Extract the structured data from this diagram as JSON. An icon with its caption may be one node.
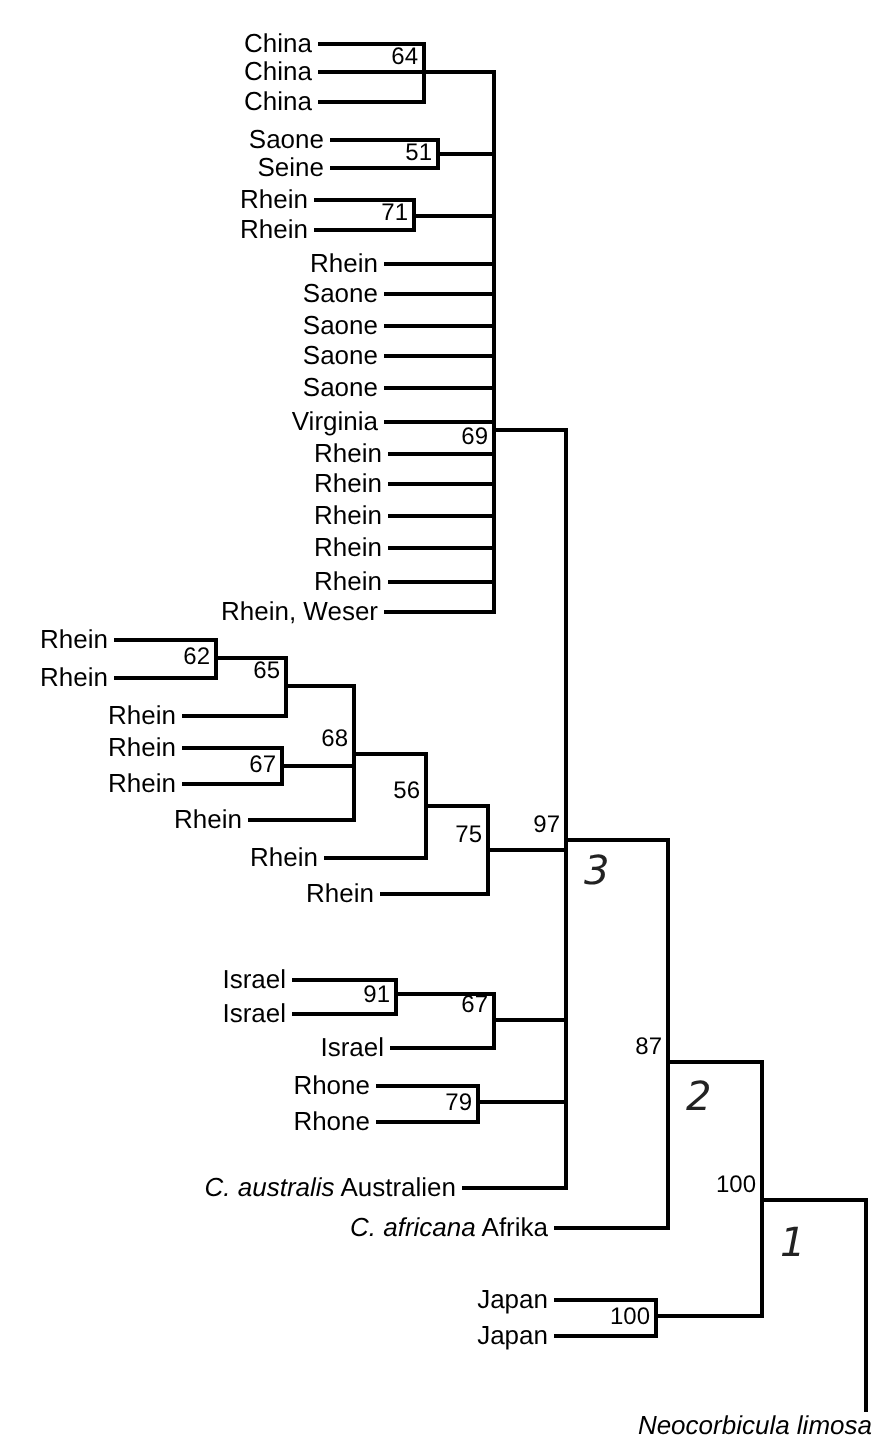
{
  "diagram": {
    "nodes": [
      {
        "text": [
          "China"
        ]
      },
      {
        "text": [
          "China"
        ]
      },
      {
        "text": [
          "China"
        ]
      },
      {
        "text": [],
        "shape": "bar",
        "beside": [
          "64"
        ]
      },
      {
        "text": [
          "Saone"
        ]
      },
      {
        "text": [
          "Seine"
        ]
      },
      {
        "text": [],
        "shape": "bar",
        "beside": [
          "51"
        ]
      },
      {
        "text": [
          "Rhein"
        ]
      },
      {
        "text": [
          "Rhein"
        ]
      },
      {
        "text": [],
        "shape": "bar",
        "beside": [
          "71"
        ]
      },
      {
        "text": [
          "Rhein"
        ]
      },
      {
        "text": [
          "Saone"
        ]
      },
      {
        "text": [
          "Saone"
        ]
      },
      {
        "text": [
          "Saone"
        ]
      },
      {
        "text": [
          "Saone"
        ]
      },
      {
        "text": [
          "Virginia"
        ]
      },
      {
        "text": [],
        "shape": "bar",
        "beside": [
          "69"
        ]
      },
      {
        "text": [
          "Rhein"
        ]
      },
      {
        "text": [
          "Rhein"
        ]
      },
      {
        "text": [
          "Rhein"
        ]
      },
      {
        "text": [
          "Rhein"
        ]
      },
      {
        "text": [
          "Rhein"
        ]
      },
      {
        "text": [
          "Rhein, Weser"
        ]
      },
      {
        "text": [
          "Rhein"
        ]
      },
      {
        "text": [],
        "shape": "bar",
        "beside": [
          "62"
        ]
      },
      {
        "text": [
          "Rhein"
        ]
      },
      {
        "text": [],
        "shape": "bar",
        "beside": [
          "65"
        ]
      },
      {
        "text": [
          "Rhein"
        ]
      },
      {
        "text": [
          "Rhein"
        ]
      },
      {
        "text": [],
        "shape": "bar",
        "beside": [
          "68"
        ]
      },
      {
        "text": [],
        "shape": "bar",
        "beside": [
          "67"
        ]
      },
      {
        "text": [
          "Rhein"
        ]
      },
      {
        "text": [
          "Rhein"
        ]
      },
      {
        "text": [],
        "shape": "bar",
        "beside": [
          "56"
        ]
      },
      {
        "text": [
          "Rhein"
        ]
      },
      {
        "text": [],
        "shape": "bar",
        "beside": [
          "75"
        ]
      },
      {
        "text": [],
        "shape": "bar",
        "beside": [
          "97",
          "3"
        ]
      },
      {
        "text": [
          "Rhein"
        ]
      },
      {
        "text": [
          "Israel"
        ]
      },
      {
        "text": [],
        "shape": "bar",
        "beside": [
          "91"
        ]
      },
      {
        "text": [
          "Israel"
        ]
      },
      {
        "text": [],
        "shape": "bar",
        "beside": [
          "67"
        ]
      },
      {
        "text": [
          "Israel"
        ]
      },
      {
        "text": [
          "Rhone"
        ]
      },
      {
        "text": [],
        "shape": "bar",
        "beside": [
          "79"
        ]
      },
      {
        "text": [
          "Rhone"
        ]
      },
      {
        "text": [],
        "shape": "bar",
        "beside": [
          "87",
          "2"
        ]
      },
      {
        "text": [
          "*C. australis* Australien"
        ]
      },
      {
        "text": [],
        "shape": "bar",
        "beside": [
          "100",
          "1"
        ]
      },
      {
        "text": [
          "*C. africana* Afrika"
        ]
      },
      {
        "text": [
          "Japan"
        ]
      },
      {
        "text": [],
        "shape": "bar",
        "beside": [
          "100"
        ]
      },
      {
        "text": [
          "Japan"
        ]
      },
      {
        "text": [],
        "shape": "bar"
      },
      {
        "text": [
          "Neocorbicula limosa"
        ]
      }
    ],
    "edges": [
      {
        "from": 3,
        "to": 0,
        "arrow": "none"
      },
      {
        "from": 3,
        "to": 1,
        "arrow": "none"
      },
      {
        "from": 3,
        "to": 2,
        "arrow": "none"
      },
      {
        "from": 6,
        "to": 4,
        "arrow": "none"
      },
      {
        "from": 6,
        "to": 5,
        "arrow": "none"
      },
      {
        "from": 9,
        "to": 7,
        "arrow": "none"
      },
      {
        "from": 9,
        "to": 8,
        "arrow": "none"
      },
      {
        "from": 16,
        "to": 3,
        "arrow": "none"
      },
      {
        "from": 16,
        "to": 6,
        "arrow": "none"
      },
      {
        "from": 16,
        "to": 9,
        "arrow": "none"
      },
      {
        "from": 16,
        "to": 10,
        "arrow": "none"
      },
      {
        "from": 16,
        "to": 11,
        "arrow": "none"
      },
      {
        "from": 16,
        "to": 12,
        "arrow": "none"
      },
      {
        "from": 16,
        "to": 13,
        "arrow": "none"
      },
      {
        "from": 16,
        "to": 14,
        "arrow": "none"
      },
      {
        "from": 16,
        "to": 15,
        "arrow": "none"
      },
      {
        "from": 16,
        "to": 17,
        "arrow": "none"
      },
      {
        "from": 16,
        "to": 18,
        "arrow": "none"
      },
      {
        "from": 16,
        "to": 19,
        "arrow": "none"
      },
      {
        "from": 16,
        "to": 20,
        "arrow": "none"
      },
      {
        "from": 16,
        "to": 21,
        "arrow": "none"
      },
      {
        "from": 16,
        "to": 22,
        "arrow": "none"
      },
      {
        "from": 24,
        "to": 23,
        "arrow": "none"
      },
      {
        "from": 24,
        "to": 25,
        "arrow": "none"
      },
      {
        "from": 26,
        "to": 24,
        "arrow": "none"
      },
      {
        "from": 26,
        "to": 27,
        "arrow": "none"
      },
      {
        "from": 30,
        "to": 28,
        "arrow": "none"
      },
      {
        "from": 30,
        "to": 31,
        "arrow": "none"
      },
      {
        "from": 29,
        "to": 26,
        "arrow": "none"
      },
      {
        "from": 29,
        "to": 30,
        "arrow": "none"
      },
      {
        "from": 29,
        "to": 32,
        "arrow": "none"
      },
      {
        "from": 33,
        "to": 29,
        "arrow": "none"
      },
      {
        "from": 33,
        "to": 34,
        "arrow": "none"
      },
      {
        "from": 35,
        "to": 33,
        "arrow": "none"
      },
      {
        "from": 35,
        "to": 37,
        "arrow": "none"
      },
      {
        "from": 36,
        "to": 16,
        "arrow": "none"
      },
      {
        "from": 36,
        "to": 35,
        "arrow": "none"
      },
      {
        "from": 36,
        "to": 41,
        "arrow": "none"
      },
      {
        "from": 36,
        "to": 44,
        "arrow": "none"
      },
      {
        "from": 36,
        "to": 47,
        "arrow": "none"
      },
      {
        "from": 39,
        "to": 38,
        "arrow": "none"
      },
      {
        "from": 39,
        "to": 40,
        "arrow": "none"
      },
      {
        "from": 41,
        "to": 39,
        "arrow": "none"
      },
      {
        "from": 41,
        "to": 42,
        "arrow": "none"
      },
      {
        "from": 44,
        "to": 43,
        "arrow": "none"
      },
      {
        "from": 44,
        "to": 45,
        "arrow": "none"
      },
      {
        "from": 46,
        "to": 36,
        "arrow": "none"
      },
      {
        "from": 46,
        "to": 49,
        "arrow": "none"
      },
      {
        "from": 48,
        "to": 46,
        "arrow": "none"
      },
      {
        "from": 48,
        "to": 51,
        "arrow": "none"
      },
      {
        "from": 51,
        "to": 50,
        "arrow": "none"
      },
      {
        "from": 51,
        "to": 52,
        "arrow": "none"
      },
      {
        "from": 53,
        "to": 48,
        "arrow": "none"
      },
      {
        "from": 53,
        "to": 54,
        "arrow": "none"
      }
    ]
  }
}
